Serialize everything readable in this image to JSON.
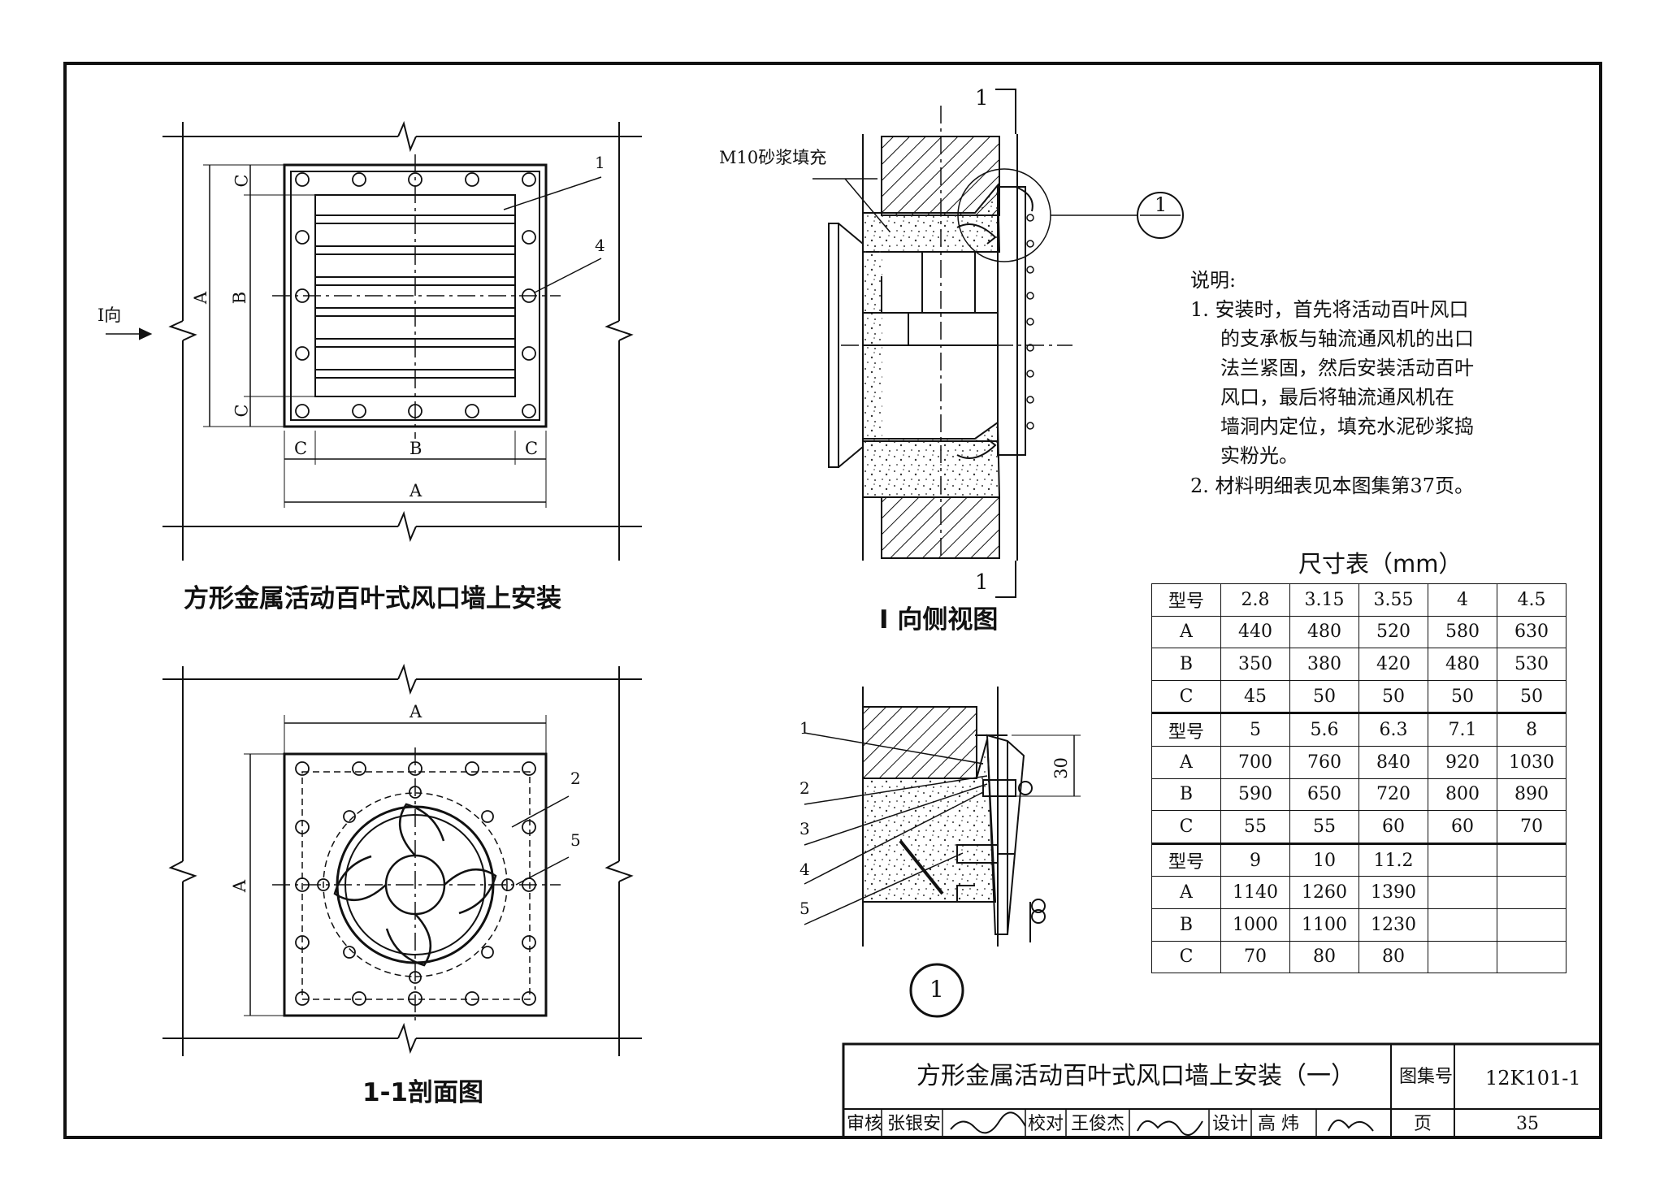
{
  "views": {
    "front": {
      "caption": "方形金属活动百叶式风口墙上安装",
      "dir_label": "I向"
    },
    "side": {
      "caption": "I 向侧视图",
      "mortar_note": "M10砂浆填充",
      "section_mark": "1"
    },
    "section": {
      "caption": "1-1剖面图"
    },
    "detail": {
      "mark": "1",
      "dim_30": "30"
    }
  },
  "dims": {
    "A": "A",
    "B": "B",
    "C": "C"
  },
  "leaders": [
    "1",
    "2",
    "3",
    "4",
    "5"
  ],
  "notes": {
    "heading": "说明:",
    "lines": [
      "1. 安装时，首先将活动百叶风口",
      "的支承板与轴流通风机的出口",
      "法兰紧固，然后安装活动百叶",
      "风口，最后将轴流通风机在",
      "墙洞内定位，填充水泥砂浆捣",
      "实粉光。",
      "2. 材料明细表见本图集第37页。"
    ]
  },
  "size_table": {
    "title": "尺寸表（mm）",
    "groups": [
      {
        "rows": [
          [
            "型号",
            "2.8",
            "3.15",
            "3.55",
            "4",
            "4.5"
          ],
          [
            "A",
            "440",
            "480",
            "520",
            "580",
            "630"
          ],
          [
            "B",
            "350",
            "380",
            "420",
            "480",
            "530"
          ],
          [
            "C",
            "45",
            "50",
            "50",
            "50",
            "50"
          ]
        ]
      },
      {
        "rows": [
          [
            "型号",
            "5",
            "5.6",
            "6.3",
            "7.1",
            "8"
          ],
          [
            "A",
            "700",
            "760",
            "840",
            "920",
            "1030"
          ],
          [
            "B",
            "590",
            "650",
            "720",
            "800",
            "890"
          ],
          [
            "C",
            "55",
            "55",
            "60",
            "60",
            "70"
          ]
        ]
      },
      {
        "rows": [
          [
            "型号",
            "9",
            "10",
            "11.2",
            "",
            ""
          ],
          [
            "A",
            "1140",
            "1260",
            "1390",
            "",
            ""
          ],
          [
            "B",
            "1000",
            "1100",
            "1230",
            "",
            ""
          ],
          [
            "C",
            "70",
            "80",
            "80",
            "",
            ""
          ]
        ]
      }
    ]
  },
  "title_block": {
    "title": "方形金属活动百叶式风口墙上安装（一）",
    "atlas_label": "图集号",
    "atlas_no": "12K101-1",
    "review_label": "审核",
    "reviewer": "张银安",
    "check_label": "校对",
    "checker": "王俊杰",
    "design_label": "设计",
    "designer": "高 炜",
    "page_label": "页",
    "page_no": "35"
  }
}
